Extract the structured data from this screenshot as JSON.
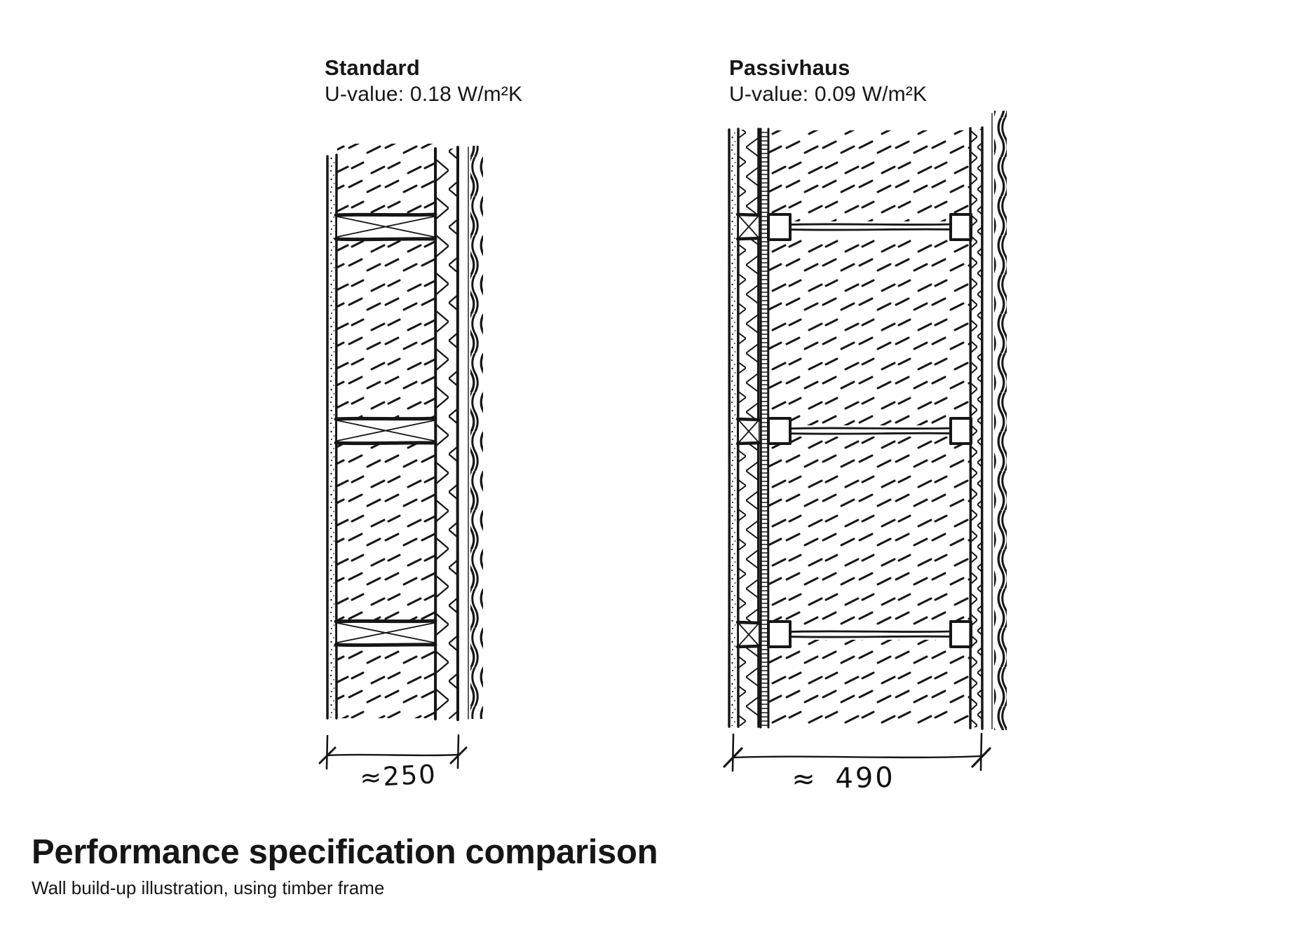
{
  "walls": [
    {
      "id": "standard",
      "label": "Standard",
      "u_value": "U-value: 0.18 W/m²K",
      "dimension": "≈250"
    },
    {
      "id": "passivhaus",
      "label": "Passivhaus",
      "u_value": "U-value: 0.09 W/m²K",
      "dimension": "≈ 490"
    }
  ],
  "footer": {
    "title": "Performance specification comparison",
    "subtitle": "Wall build-up illustration, using timber frame"
  },
  "colors": {
    "ink": "#161616",
    "background": "#ffffff"
  }
}
